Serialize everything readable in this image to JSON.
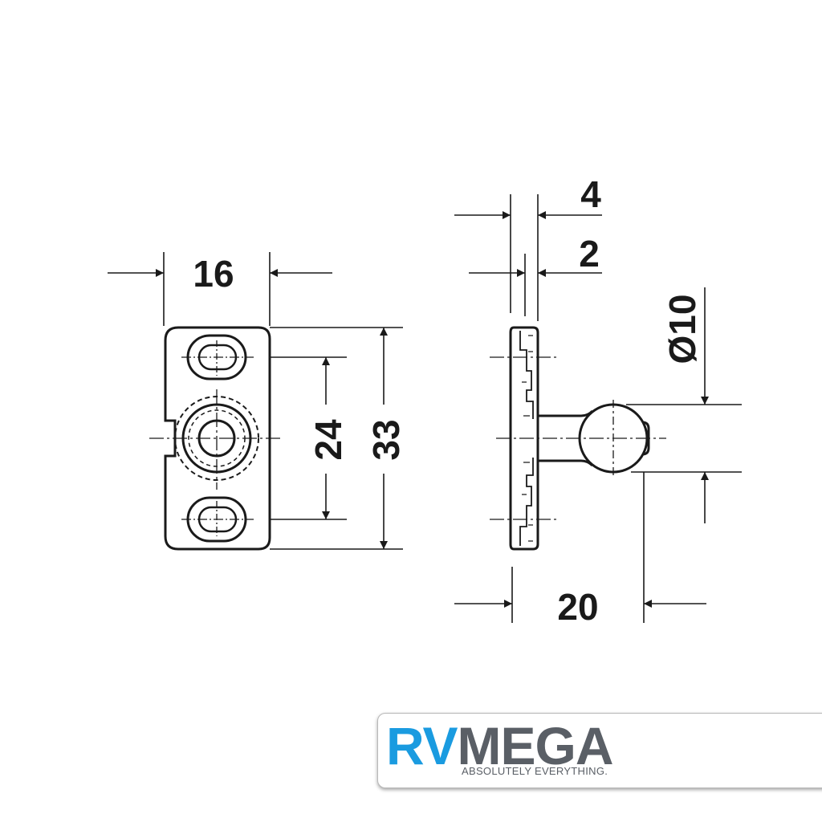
{
  "dimensions": {
    "width_front": "16",
    "hole_spacing": "24",
    "height": "33",
    "plate_thickness": "4",
    "flange_thickness": "2",
    "ball_diameter": "Ø10",
    "projection": "20"
  },
  "logo": {
    "rv": "RV",
    "mega": "MEGA",
    "tagline": "ABSOLUTELY EVERYTHING."
  },
  "colors": {
    "line": "#1a1a1a",
    "logo_blue": "#1a9be0",
    "logo_gray": "#5a5f66"
  }
}
